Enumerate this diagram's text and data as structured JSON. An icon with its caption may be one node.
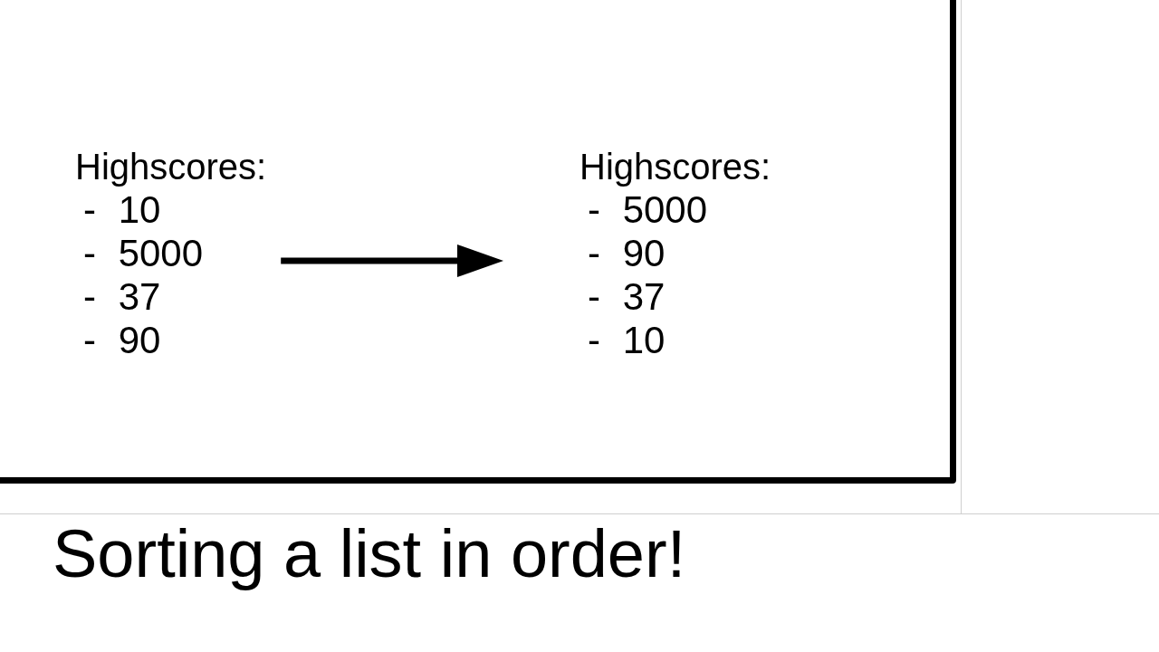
{
  "diagram": {
    "caption": "Sorting a list in order!",
    "nodes": [
      {
        "text": [
          "Highscores:",
          "- 10",
          "- 5000",
          "- 37",
          "- 90"
        ]
      },
      {
        "text": [
          "Highscores:",
          "- 5000",
          "- 90",
          "- 37",
          "- 10"
        ]
      }
    ],
    "edges": [
      {
        "from": 0,
        "to": 1,
        "arrow": "to"
      }
    ]
  }
}
